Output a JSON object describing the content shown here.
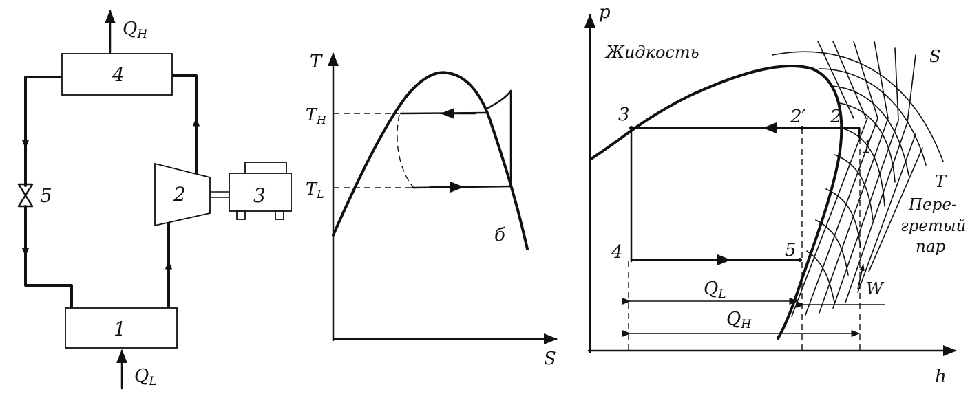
{
  "cycle_schematic": {
    "heat_out_label": "Q",
    "heat_out_sub": "H",
    "heat_in_label": "Q",
    "heat_in_sub": "L",
    "condenser_number": "4",
    "compressor_number": "2",
    "motor_number": "3",
    "valve_number": "5",
    "evaporator_number": "1"
  },
  "ts_diagram": {
    "y_axis": "T",
    "x_axis": "S",
    "t_high": "T",
    "t_high_sub": "H",
    "t_low": "T",
    "t_low_sub": "L",
    "panel_letter": "б"
  },
  "ph_diagram": {
    "y_axis": "p",
    "x_axis": "h",
    "liquid_label": "Жидкость",
    "entropy_label": "S",
    "temperature_label": "T",
    "superheated_vapor": [
      "Пере-",
      "гретый",
      "пар"
    ],
    "points": {
      "p3": "3",
      "p2prime": "2′",
      "p2": "2",
      "p1": "1",
      "p4": "4",
      "p5": "5"
    },
    "ql_label": "Q",
    "ql_sub": "L",
    "qh_label": "Q",
    "qh_sub": "H",
    "w_label": "W"
  }
}
